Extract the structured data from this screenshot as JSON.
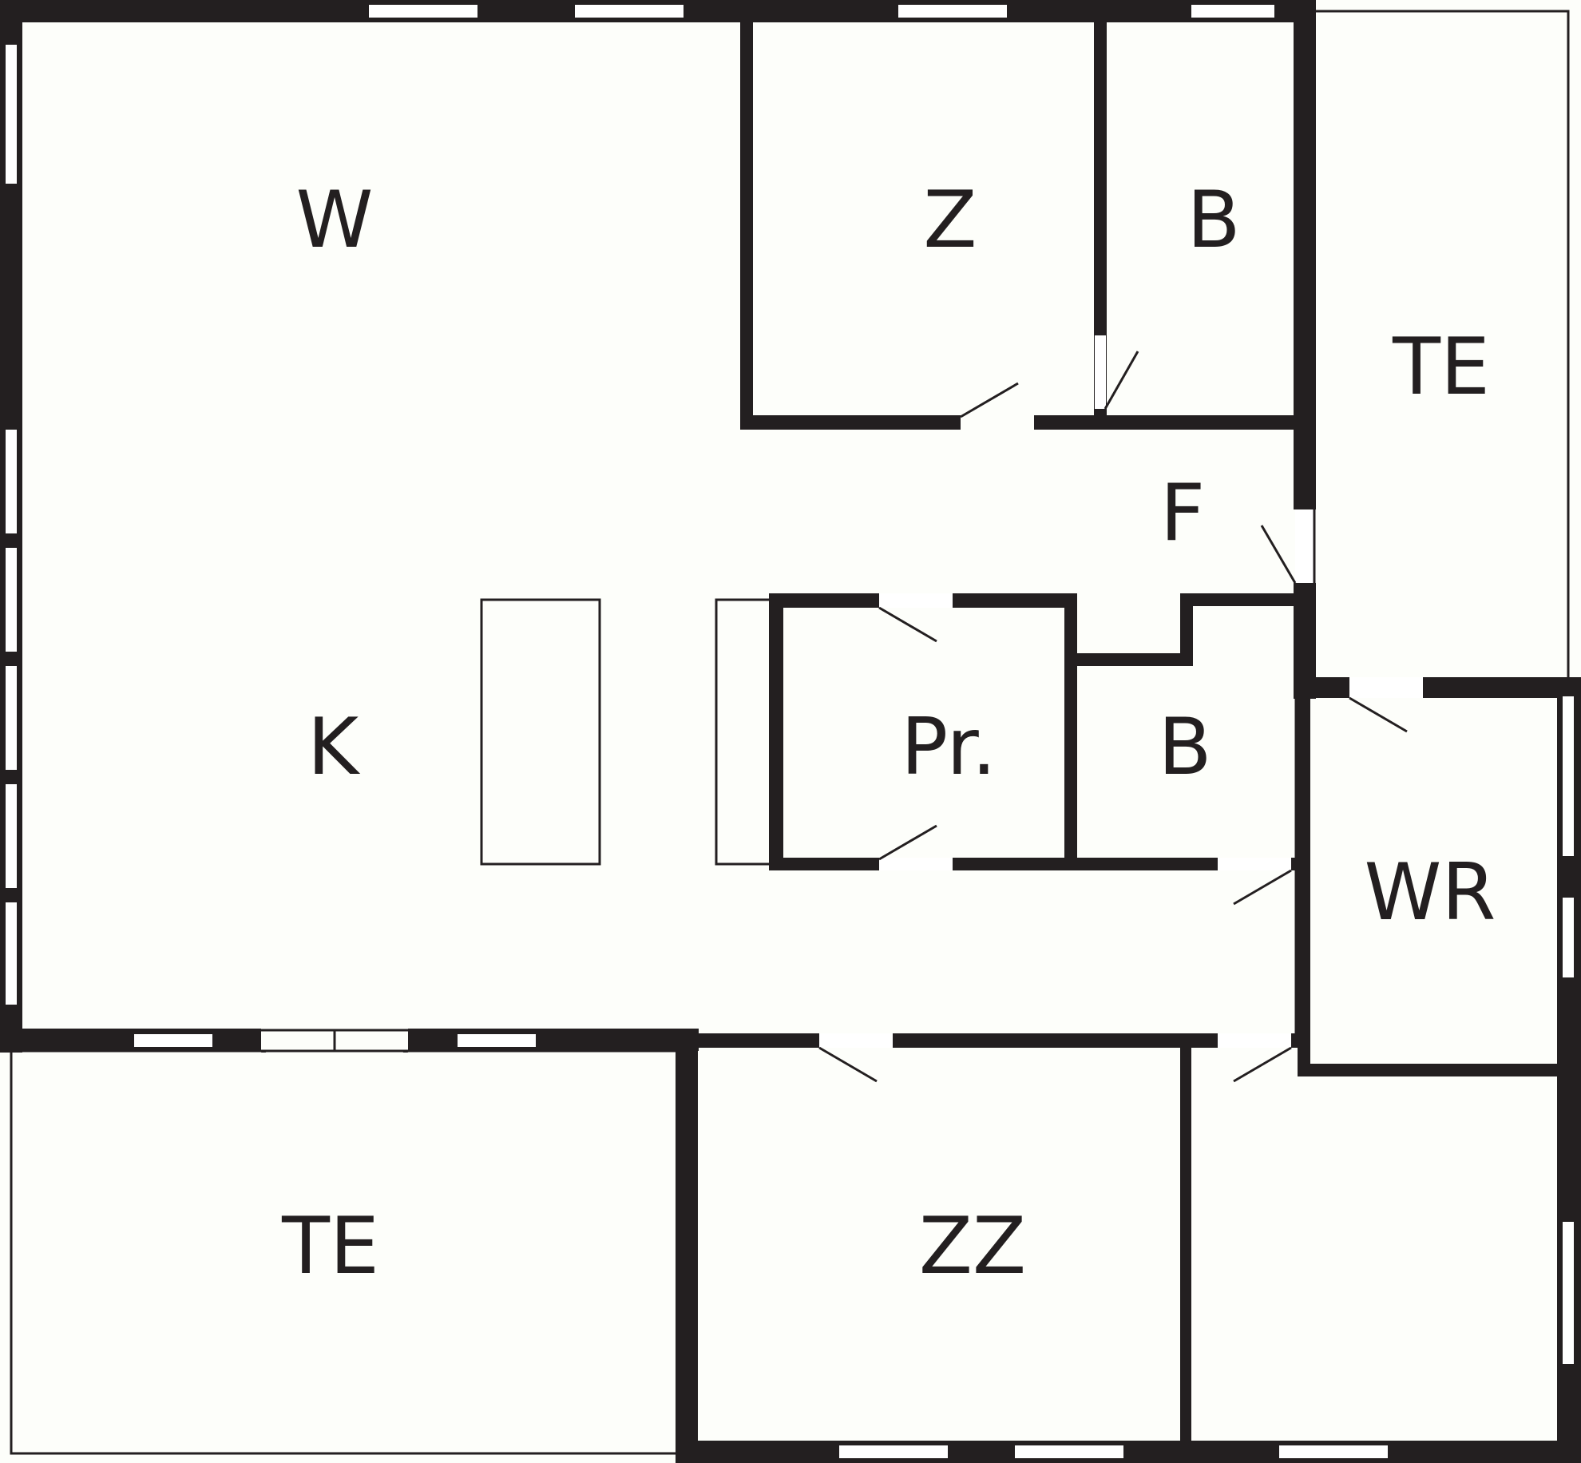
{
  "rooms": {
    "w": "W",
    "z": "Z",
    "b_top": "B",
    "te_right": "TE",
    "f": "F",
    "k": "K",
    "pr": "Pr.",
    "b_mid": "B",
    "wr": "WR",
    "te_bottom": "TE",
    "zz": "ZZ"
  },
  "colors": {
    "wall": "#231f20",
    "floor": "#fdfefa",
    "window": "#ffffff"
  }
}
